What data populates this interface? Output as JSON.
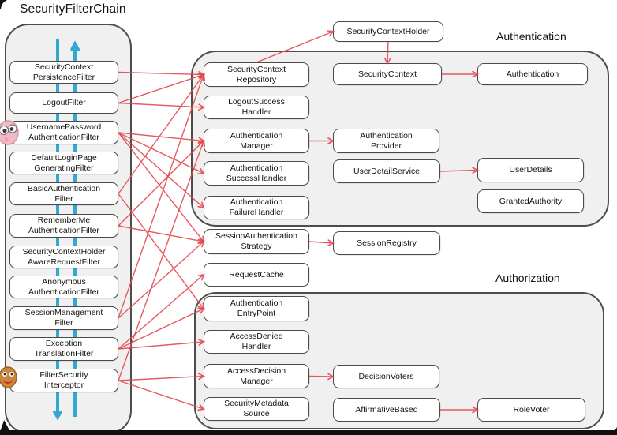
{
  "title": "SecurityFilterChain",
  "groups": {
    "authentication": {
      "label": "Authentication"
    },
    "authorization": {
      "label": "Authorization"
    }
  },
  "colors": {
    "relation_arrow": "#e2494f",
    "flow_arrow": "#31a8cd",
    "box_border": "#4a4a4a",
    "container_fill": "#f0f0f0"
  },
  "icons": {
    "pink_creature": "pink-creature-icon",
    "brown_creature": "brown-creature-icon",
    "request_flow": "down-arrow-icon",
    "response_flow": "up-arrow-icon"
  },
  "nodes": {
    "scpf": {
      "label": "SecurityContext\nPersistenceFilter"
    },
    "logout": {
      "label": "LogoutFilter"
    },
    "up": {
      "label": "UsernamePassword\nAuthenticationFilter"
    },
    "default_login": {
      "label": "DefaultLoginPage\nGeneratingFilter"
    },
    "basic": {
      "label": "BasicAuthentication\nFilter"
    },
    "rememberme": {
      "label": "RememberMe\nAuthenticationFilter"
    },
    "schaware": {
      "label": "SecurityContextHolder\nAwareRequestFilter"
    },
    "anonymous": {
      "label": "Anonymous\nAuthenticationFilter"
    },
    "session_mgmt": {
      "label": "SessionManagement\nFilter"
    },
    "exception": {
      "label": "Exception\nTranslationFilter"
    },
    "fsi": {
      "label": "FilterSecurity\nInterceptor"
    },
    "repo": {
      "label": "SecurityContext\nRepository"
    },
    "logout_success": {
      "label": "LogoutSuccess\nHandler"
    },
    "auth_manager": {
      "label": "Authentication\nManager"
    },
    "success": {
      "label": "Authentication\nSuccessHandler"
    },
    "failure": {
      "label": "Authentication\nFailureHandler"
    },
    "session_strategy": {
      "label": "SessionAuthentication\nStrategy"
    },
    "request_cache": {
      "label": "RequestCache"
    },
    "entry_point": {
      "label": "Authentication\nEntryPoint"
    },
    "denied": {
      "label": "AccessDenied\nHandler"
    },
    "decision_mgr": {
      "label": "AccessDecision\nManager"
    },
    "metadata": {
      "label": "SecurityMetadata\nSource"
    },
    "holder": {
      "label": "SecurityContextHolder"
    },
    "context": {
      "label": "SecurityContext"
    },
    "authentication": {
      "label": "Authentication"
    },
    "provider": {
      "label": "Authentication\nProvider"
    },
    "uds": {
      "label": "UserDetailService"
    },
    "user_details": {
      "label": "UserDetails"
    },
    "granted": {
      "label": "GrantedAuthority"
    },
    "session_registry": {
      "label": "SessionRegistry"
    },
    "decision_voters": {
      "label": "DecisionVoters"
    },
    "affirmative": {
      "label": "AffirmativeBased"
    },
    "role_voter": {
      "label": "RoleVoter"
    }
  },
  "edges": [
    {
      "from": "scpf",
      "to": "repo"
    },
    {
      "from": "logout",
      "to": "logout_success"
    },
    {
      "from": "logout",
      "to": "repo"
    },
    {
      "from": "up",
      "to": "auth_manager"
    },
    {
      "from": "up",
      "to": "success"
    },
    {
      "from": "up",
      "to": "failure"
    },
    {
      "from": "up",
      "to": "session_strategy"
    },
    {
      "from": "basic",
      "to": "repo"
    },
    {
      "from": "basic",
      "to": "entry_point"
    },
    {
      "from": "rememberme",
      "to": "auth_manager"
    },
    {
      "from": "rememberme",
      "to": "session_strategy"
    },
    {
      "from": "session_mgmt",
      "to": "repo"
    },
    {
      "from": "session_mgmt",
      "to": "session_strategy"
    },
    {
      "from": "exception",
      "to": "request_cache"
    },
    {
      "from": "exception",
      "to": "entry_point"
    },
    {
      "from": "exception",
      "to": "denied"
    },
    {
      "from": "fsi",
      "to": "auth_manager"
    },
    {
      "from": "fsi",
      "to": "decision_mgr"
    },
    {
      "from": "fsi",
      "to": "metadata"
    },
    {
      "from": "repo",
      "to": "holder",
      "fromSide": "t"
    },
    {
      "from": "holder",
      "to": "context",
      "fromSide": "b",
      "toSide": "t"
    },
    {
      "from": "context",
      "to": "authentication"
    },
    {
      "from": "auth_manager",
      "to": "provider"
    },
    {
      "from": "uds",
      "to": "user_details"
    },
    {
      "from": "session_strategy",
      "to": "session_registry"
    },
    {
      "from": "decision_mgr",
      "to": "decision_voters"
    },
    {
      "from": "affirmative",
      "to": "role_voter"
    }
  ]
}
